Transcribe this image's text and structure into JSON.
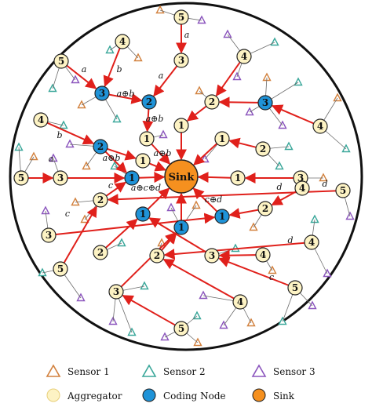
{
  "colors": {
    "link": "#e0201b",
    "thin_link": "#6b6b6b",
    "aggregator_fill": "#fdf3c4",
    "coding_fill": "#1f93d8",
    "sink_fill": "#f5901f",
    "sensor1": "#d2813e",
    "sensor2": "#3aa79a",
    "sensor3": "#8b55bd",
    "outline": "#222222"
  },
  "legend": [
    {
      "kind": "sensor1",
      "label": "Sensor 1"
    },
    {
      "kind": "sensor2",
      "label": "Sensor 2"
    },
    {
      "kind": "sensor3",
      "label": "Sensor 3"
    },
    {
      "kind": "aggregator",
      "label": "Aggregator"
    },
    {
      "kind": "coding",
      "label": "Coding Node"
    },
    {
      "kind": "sink",
      "label": "Sink"
    }
  ],
  "sink": {
    "id": "sink",
    "label": "Sink"
  },
  "nodes": [
    {
      "id": "n5a",
      "label": "5",
      "kind": "aggregator"
    },
    {
      "id": "n4a",
      "label": "4",
      "kind": "aggregator"
    },
    {
      "id": "n5b",
      "label": "5",
      "kind": "aggregator"
    },
    {
      "id": "n3a",
      "label": "3",
      "kind": "aggregator"
    },
    {
      "id": "n3b",
      "label": "3",
      "kind": "coding"
    },
    {
      "id": "n2a",
      "label": "2",
      "kind": "coding"
    },
    {
      "id": "n4b",
      "label": "4",
      "kind": "aggregator"
    },
    {
      "id": "n2b",
      "label": "2",
      "kind": "aggregator"
    },
    {
      "id": "n1a",
      "label": "1",
      "kind": "aggregator"
    },
    {
      "id": "n3c",
      "label": "3",
      "kind": "coding"
    },
    {
      "id": "n4c",
      "label": "4",
      "kind": "aggregator"
    },
    {
      "id": "n4d",
      "label": "4",
      "kind": "aggregator"
    },
    {
      "id": "n1b",
      "label": "1",
      "kind": "aggregator"
    },
    {
      "id": "n2c",
      "label": "2",
      "kind": "coding"
    },
    {
      "id": "n1c",
      "label": "1",
      "kind": "aggregator"
    },
    {
      "id": "n1d",
      "label": "1",
      "kind": "aggregator"
    },
    {
      "id": "n2d",
      "label": "2",
      "kind": "aggregator"
    },
    {
      "id": "n5c",
      "label": "5",
      "kind": "aggregator"
    },
    {
      "id": "n3d",
      "label": "3",
      "kind": "aggregator"
    },
    {
      "id": "n1e",
      "label": "1",
      "kind": "coding"
    },
    {
      "id": "n1f",
      "label": "1",
      "kind": "aggregator"
    },
    {
      "id": "n3e",
      "label": "3",
      "kind": "aggregator"
    },
    {
      "id": "n5d",
      "label": "5",
      "kind": "aggregator"
    },
    {
      "id": "n2e",
      "label": "2",
      "kind": "aggregator"
    },
    {
      "id": "n1g",
      "label": "1",
      "kind": "coding"
    },
    {
      "id": "n2f",
      "label": "2",
      "kind": "aggregator"
    },
    {
      "id": "n4e",
      "label": "4",
      "kind": "aggregator"
    },
    {
      "id": "n1h",
      "label": "1",
      "kind": "coding"
    },
    {
      "id": "n3f",
      "label": "3",
      "kind": "aggregator"
    },
    {
      "id": "n2g",
      "label": "2",
      "kind": "aggregator"
    },
    {
      "id": "n2h",
      "label": "2",
      "kind": "aggregator"
    },
    {
      "id": "n1i",
      "label": "1",
      "kind": "coding"
    },
    {
      "id": "n3g",
      "label": "3",
      "kind": "aggregator"
    },
    {
      "id": "n5e",
      "label": "5",
      "kind": "aggregator"
    },
    {
      "id": "n4f",
      "label": "4",
      "kind": "aggregator"
    },
    {
      "id": "n4g",
      "label": "4",
      "kind": "aggregator"
    },
    {
      "id": "n3h",
      "label": "3",
      "kind": "aggregator"
    },
    {
      "id": "n5f",
      "label": "5",
      "kind": "aggregator"
    },
    {
      "id": "n4h",
      "label": "4",
      "kind": "aggregator"
    },
    {
      "id": "n5g",
      "label": "5",
      "kind": "aggregator"
    }
  ],
  "links": [
    {
      "from": "n5a",
      "to": "n3a"
    },
    {
      "from": "n3a",
      "to": "n2a"
    },
    {
      "from": "n4a",
      "to": "n3b"
    },
    {
      "from": "n5b",
      "to": "n3b"
    },
    {
      "from": "n3b",
      "to": "n2a"
    },
    {
      "from": "n2a",
      "to": "n1a"
    },
    {
      "from": "n1a",
      "to": "sink"
    },
    {
      "from": "n4b",
      "to": "n2b"
    },
    {
      "from": "n2b",
      "to": "n1b"
    },
    {
      "from": "n1b",
      "to": "sink"
    },
    {
      "from": "n4c",
      "to": "n3c"
    },
    {
      "from": "n3c",
      "to": "n2b"
    },
    {
      "from": "n4d",
      "to": "n2c"
    },
    {
      "from": "n2c",
      "to": "n1c"
    },
    {
      "from": "n5c",
      "to": "n3d"
    },
    {
      "from": "n3d",
      "to": "n1e"
    },
    {
      "from": "n2c",
      "to": "n1e"
    },
    {
      "from": "n1e",
      "to": "sink"
    },
    {
      "from": "n2d",
      "to": "n1d"
    },
    {
      "from": "n1d",
      "to": "sink"
    },
    {
      "from": "n1c",
      "to": "sink"
    },
    {
      "from": "n3e",
      "to": "n1f"
    },
    {
      "from": "n1f",
      "to": "sink"
    },
    {
      "from": "n2e",
      "to": "n1e"
    },
    {
      "from": "n5d",
      "to": "n2e"
    },
    {
      "from": "n3f",
      "to": "n1g"
    },
    {
      "from": "n2f",
      "to": "n1g"
    },
    {
      "from": "n4e",
      "to": "n2f"
    },
    {
      "from": "n1g",
      "to": "sink"
    },
    {
      "from": "n5e",
      "to": "n2e"
    },
    {
      "from": "n2g",
      "to": "n1h"
    },
    {
      "from": "n3g",
      "to": "n1h"
    },
    {
      "from": "n5f",
      "to": "n3g"
    },
    {
      "from": "n4f",
      "to": "n3g"
    },
    {
      "from": "n1h",
      "to": "sink"
    },
    {
      "from": "n3h",
      "to": "n1i"
    },
    {
      "from": "n1i",
      "to": "sink"
    },
    {
      "from": "n5g",
      "to": "n3h"
    },
    {
      "from": "n2h",
      "to": "n1i"
    },
    {
      "from": "n4g",
      "to": "n2h"
    },
    {
      "from": "n4h",
      "to": "n2h"
    }
  ],
  "edge_labels": [
    {
      "id": "lbl-a-1",
      "text": "a"
    },
    {
      "id": "lbl-a-2",
      "text": "a"
    },
    {
      "id": "lbl-b-1",
      "text": "b"
    },
    {
      "id": "lbl-axb-1",
      "text": "a⊕b"
    },
    {
      "id": "lbl-a-3",
      "text": "a"
    },
    {
      "id": "lbl-axb-2",
      "text": "a⊕b"
    },
    {
      "id": "lbl-b-2",
      "text": "b"
    },
    {
      "id": "lbl-axb-3",
      "text": "a⊕b"
    },
    {
      "id": "lbl-a-4",
      "text": "a"
    },
    {
      "id": "lbl-axb-4",
      "text": "a⊕b"
    },
    {
      "id": "lbl-c-1",
      "text": "c"
    },
    {
      "id": "lbl-axbxcxd",
      "text": "a⊕c⊕d"
    },
    {
      "id": "lbl-c-2",
      "text": "c"
    },
    {
      "id": "lbl-cxd",
      "text": "c⊕d"
    },
    {
      "id": "lbl-d-1",
      "text": "d"
    },
    {
      "id": "lbl-d-2",
      "text": "d"
    },
    {
      "id": "lbl-d-3",
      "text": "d"
    },
    {
      "id": "lbl-c-3",
      "text": "c"
    }
  ]
}
